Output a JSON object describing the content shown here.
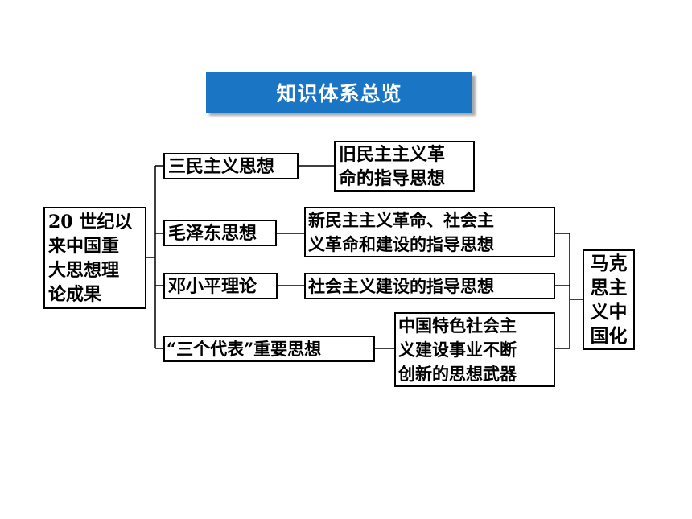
{
  "title": "知识体系总览",
  "root": {
    "label": "20 世纪以\n来中国重\n大思想理\n论成果"
  },
  "branches": [
    {
      "theory": "三民主义思想",
      "role": "旧民主主义革\n命的指导思想"
    },
    {
      "theory": "毛泽东思想",
      "role": "新民主主义革命、社会主\n义革命和建设的指导思想"
    },
    {
      "theory": "邓小平理论",
      "role": "社会主义建设的指导思想"
    },
    {
      "theory": "“三个代表”重要思想",
      "role": "中国特色社会主\n义建设事业不断\n创新的思想武器"
    }
  ],
  "conclusion": {
    "label": "马克\n思主\n义中\n国化"
  }
}
